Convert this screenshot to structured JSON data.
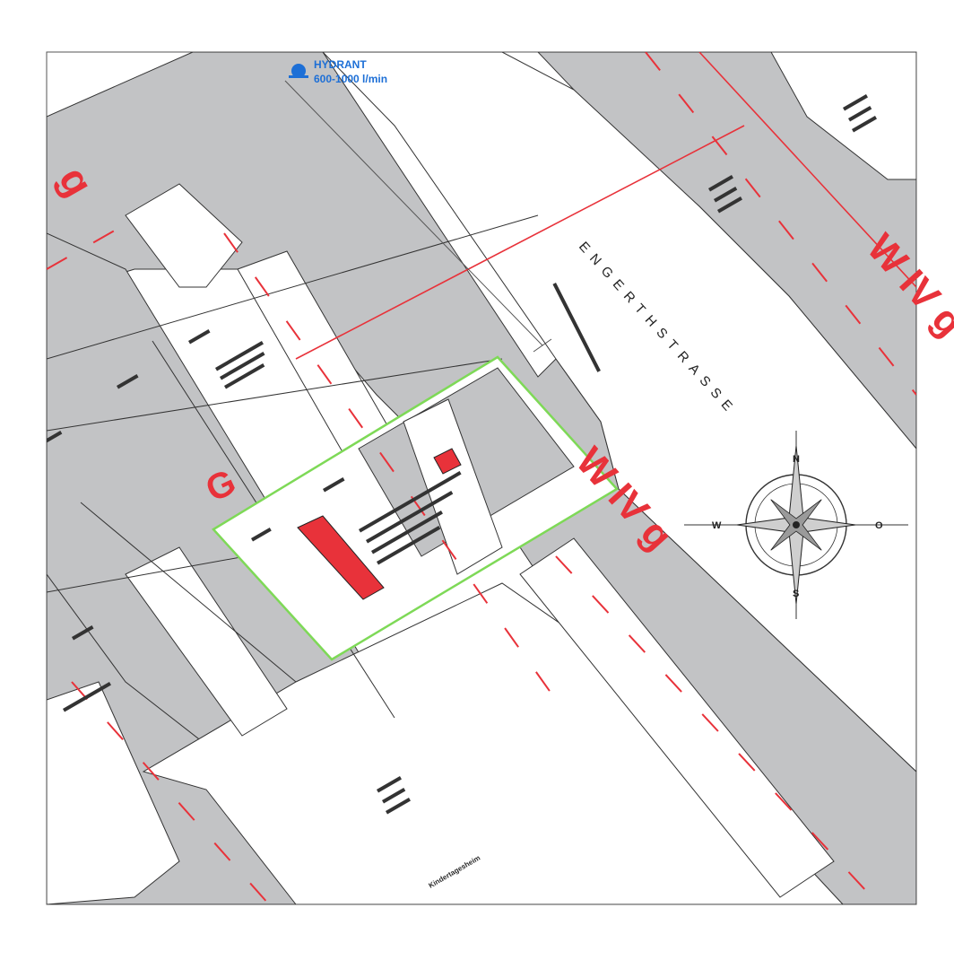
{
  "hydrant": {
    "title": "HYDRANT",
    "flow": "600-1000 l/min",
    "color": "#1d6fd6"
  },
  "street": {
    "name": "ENGERTHSTRASSE"
  },
  "zones": {
    "g_top_left": "g",
    "G_center": "G",
    "WIVg_center": "W IV g",
    "WIVg_right": "W IV g"
  },
  "compass": {
    "n": "N",
    "s": "S",
    "w": "W",
    "o": "O"
  },
  "colors": {
    "building": "#c2c3c5",
    "zone_red": "#e8323a",
    "highlight_green": "#7ed957",
    "hydrant_blue": "#1d6fd6"
  },
  "labels": {
    "kindergarten": "Kindertagesheim"
  }
}
